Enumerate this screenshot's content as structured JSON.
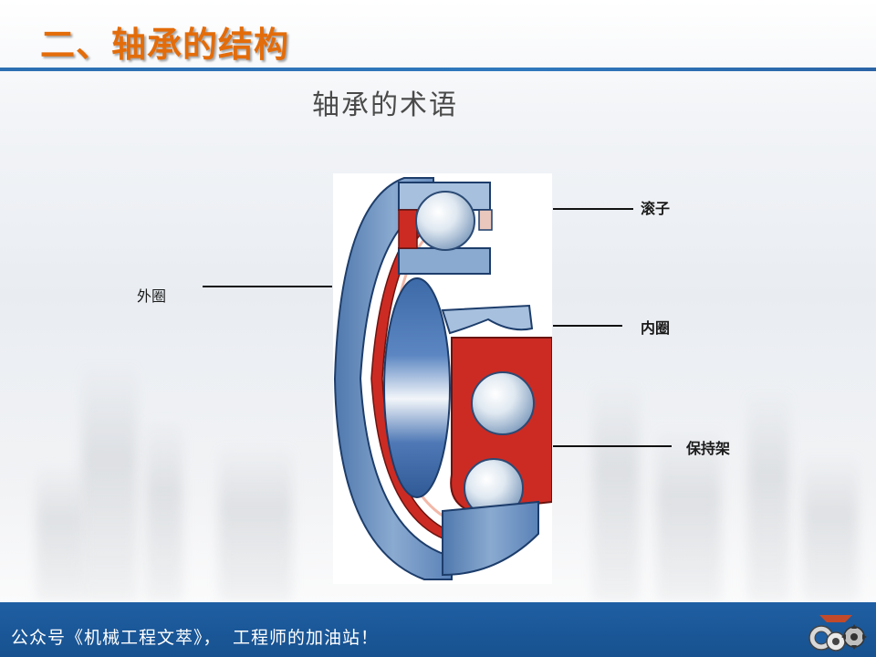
{
  "slide": {
    "title": "二、轴承的结构",
    "subtitle": "轴承的术语",
    "labels": {
      "roller": "滚子",
      "outer_ring": "外圈",
      "inner_ring": "内圈",
      "cage": "保持架"
    },
    "footer_text": "公众号《机械工程文萃》， 工程师的加油站！"
  },
  "colors": {
    "title": "#e36c0a",
    "rule": "#2f78bd",
    "footer": "#1f5fa3",
    "ring_blue": "#6f93c2",
    "cage_red": "#cc2b23"
  },
  "icons": {
    "bearing_illustration": "bearing-cutaway-illustration",
    "logo": "gear-logo-icon"
  }
}
